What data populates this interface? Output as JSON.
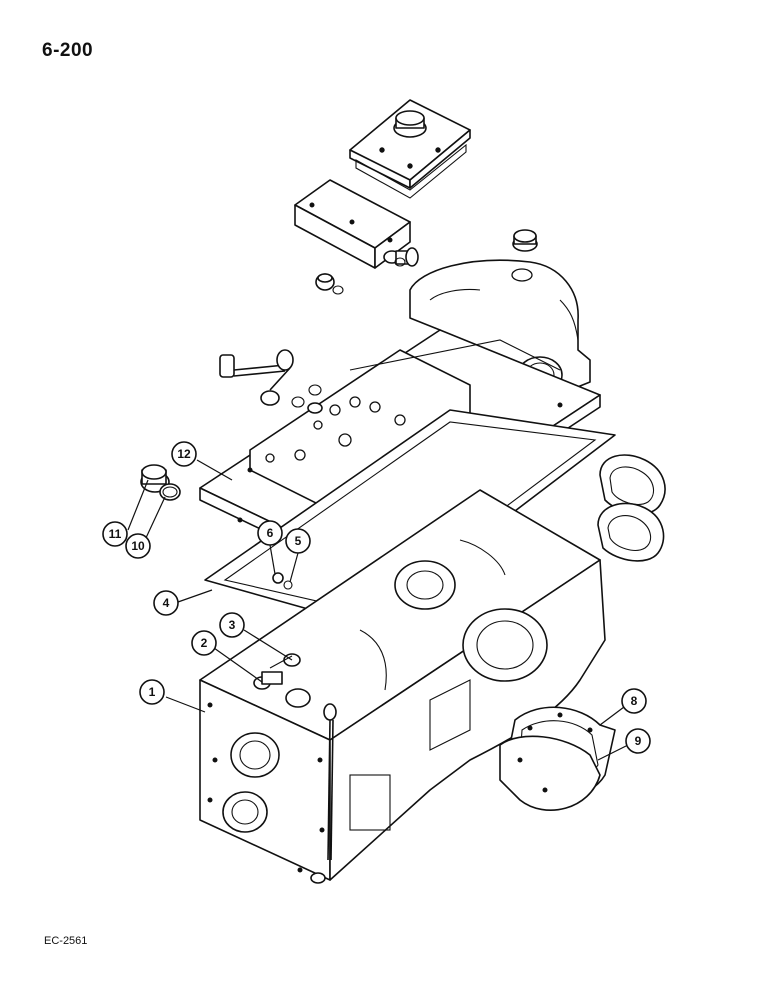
{
  "page": {
    "number": "6-200",
    "drawing_code": "EC-2561"
  },
  "callouts": [
    {
      "id": "1",
      "label": "1"
    },
    {
      "id": "2",
      "label": "2"
    },
    {
      "id": "3",
      "label": "3"
    },
    {
      "id": "4",
      "label": "4"
    },
    {
      "id": "5",
      "label": "5"
    },
    {
      "id": "6",
      "label": "6"
    },
    {
      "id": "8",
      "label": "8"
    },
    {
      "id": "9",
      "label": "9"
    },
    {
      "id": "10",
      "label": "10"
    },
    {
      "id": "11",
      "label": "11"
    },
    {
      "id": "12",
      "label": "12"
    }
  ]
}
